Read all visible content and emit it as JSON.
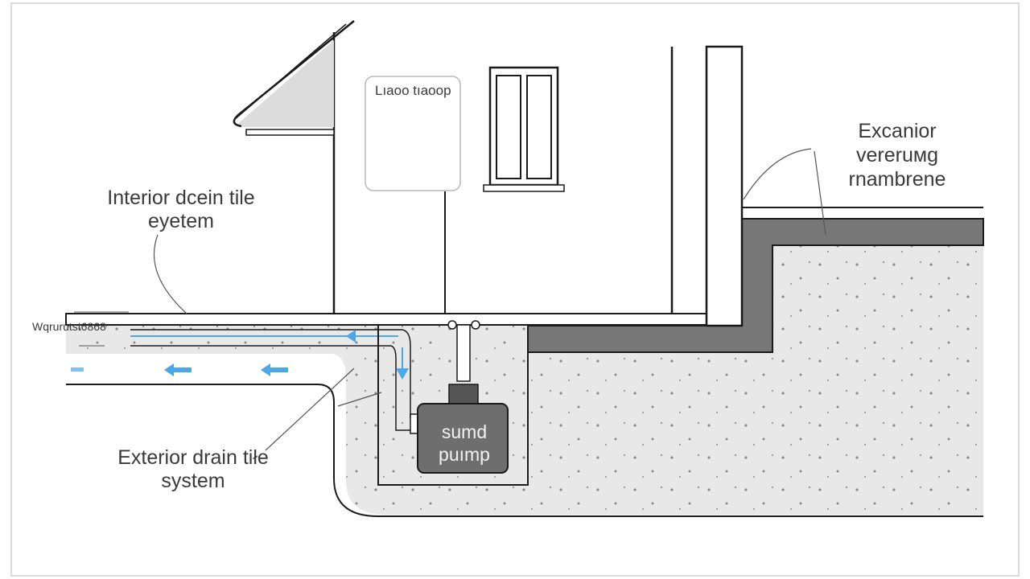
{
  "labels": {
    "interior_drain": "Interior dcein tile\neyetem",
    "exterior_membrane": "Excanior\nvereruмg\nrnambrene",
    "exterior_drain": "Exterior drain tiłe\nsystem",
    "waterproofing": "Wqrurutst6868",
    "wall_sign": "Lıaoo tıaoop",
    "sump_pump": "sumd\npuımp"
  },
  "colors": {
    "line": "#1a1a1a",
    "soil": "#e8e8e8",
    "membrane": "#777777",
    "pump": "#6e6e6e",
    "water": "#4aa8e8",
    "frame": "#cfcfcf"
  },
  "icons": {
    "flow_arrow": "water-flow-arrow-icon"
  }
}
